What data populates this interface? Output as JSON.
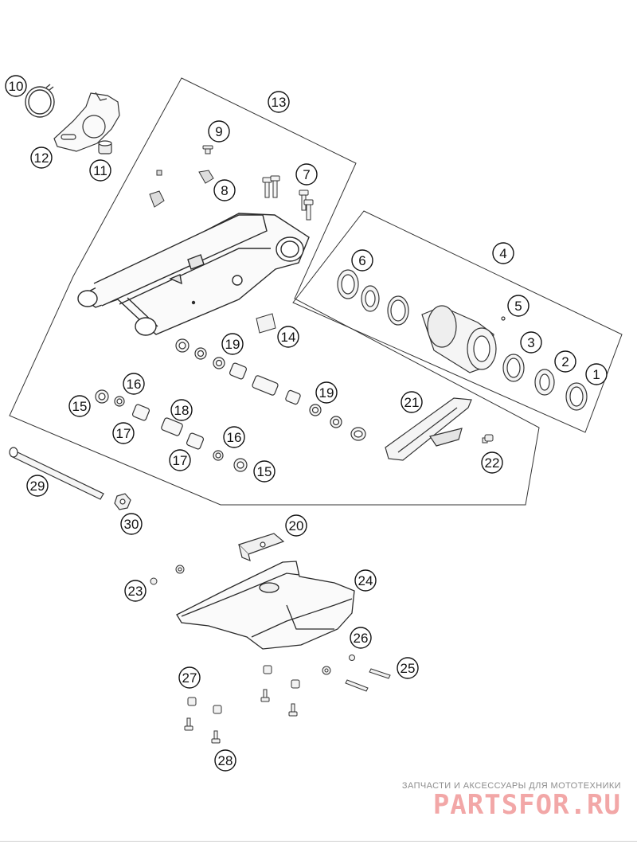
{
  "callouts": [
    {
      "id": "1",
      "label": "1"
    },
    {
      "id": "2",
      "label": "2"
    },
    {
      "id": "3",
      "label": "3"
    },
    {
      "id": "4",
      "label": "4"
    },
    {
      "id": "5",
      "label": "5"
    },
    {
      "id": "6",
      "label": "6"
    },
    {
      "id": "7",
      "label": "7"
    },
    {
      "id": "8",
      "label": "8"
    },
    {
      "id": "9",
      "label": "9"
    },
    {
      "id": "10",
      "label": "10"
    },
    {
      "id": "11",
      "label": "11"
    },
    {
      "id": "12",
      "label": "12"
    },
    {
      "id": "13",
      "label": "13"
    },
    {
      "id": "14",
      "label": "14"
    },
    {
      "id": "15a",
      "label": "15"
    },
    {
      "id": "15b",
      "label": "15"
    },
    {
      "id": "16a",
      "label": "16"
    },
    {
      "id": "16b",
      "label": "16"
    },
    {
      "id": "17a",
      "label": "17"
    },
    {
      "id": "17b",
      "label": "17"
    },
    {
      "id": "18",
      "label": "18"
    },
    {
      "id": "19a",
      "label": "19"
    },
    {
      "id": "19b",
      "label": "19"
    },
    {
      "id": "20",
      "label": "20"
    },
    {
      "id": "21",
      "label": "21"
    },
    {
      "id": "22",
      "label": "22"
    },
    {
      "id": "23",
      "label": "23"
    },
    {
      "id": "24",
      "label": "24"
    },
    {
      "id": "25",
      "label": "25"
    },
    {
      "id": "26",
      "label": "26"
    },
    {
      "id": "27",
      "label": "27"
    },
    {
      "id": "28",
      "label": "28"
    },
    {
      "id": "29",
      "label": "29"
    },
    {
      "id": "30",
      "label": "30"
    }
  ],
  "watermark": {
    "tagline": "ЗАПЧАСТИ И АКСЕССУАРЫ ДЛЯ МОТОТЕХНИКИ",
    "logo": "PARTSFOR.RU"
  },
  "colors": {
    "line": "#2a2a2a",
    "watermark_logo": "#f2a7a7",
    "watermark_text": "#8d8d8d"
  }
}
